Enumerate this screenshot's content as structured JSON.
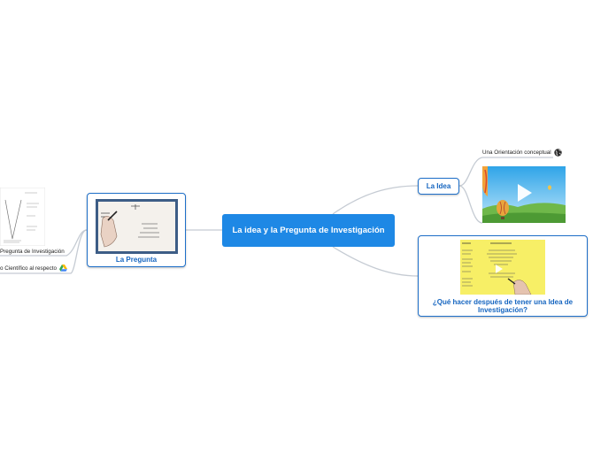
{
  "central": {
    "title": "La idea y la Pregunta de Investigación"
  },
  "left": {
    "pregunta": {
      "label": "La Pregunta"
    },
    "children": [
      {
        "label": "Pregunta de Investigación"
      },
      {
        "label": "o Científico al respecto",
        "icon": "google-drive-icon"
      }
    ]
  },
  "right": {
    "idea": {
      "label": "La Idea",
      "child": {
        "label": "Una Orientación conceptual",
        "icon": "globe-icon"
      }
    },
    "que": {
      "label": "¿Qué hacer después de tener una Idea de Investigación?"
    }
  },
  "colors": {
    "central": "#1e88e5",
    "border": "#1e6fc9",
    "label": "#1565c0",
    "line": "#c5cbd3"
  }
}
